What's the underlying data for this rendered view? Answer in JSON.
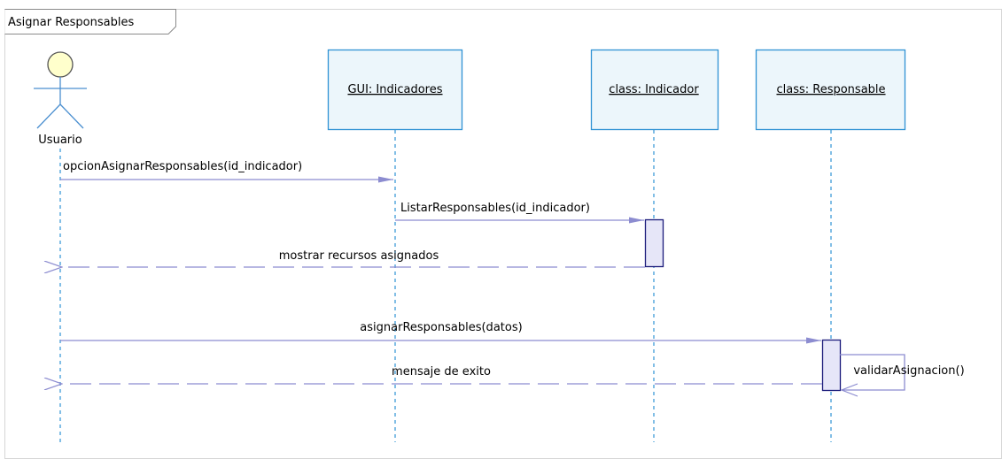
{
  "frame": {
    "title": "Asignar Responsables"
  },
  "actor": {
    "name": "Usuario",
    "icon": "stick-figure-actor-icon"
  },
  "lifelines": [
    {
      "id": "gui",
      "label": "GUI: Indicadores"
    },
    {
      "id": "indicador",
      "label": "class: Indicador"
    },
    {
      "id": "responsable",
      "label": "class: Responsable"
    }
  ],
  "messages": [
    {
      "label": "opcionAsignarResponsables(id_indicador)",
      "kind": "sync",
      "from": "Usuario",
      "to": "GUI: Indicadores"
    },
    {
      "label": "ListarResponsables(id_indicador)",
      "kind": "sync",
      "from": "GUI: Indicadores",
      "to": "class: Indicador"
    },
    {
      "label": "mostrar recursos asignados",
      "kind": "return",
      "from": "class: Indicador",
      "to": "Usuario"
    },
    {
      "label": "asignarResponsables(datos)",
      "kind": "sync",
      "from": "Usuario",
      "to": "class: Responsable"
    },
    {
      "label": "mensaje de exito",
      "kind": "return",
      "from": "class: Responsable",
      "to": "Usuario"
    },
    {
      "label": "validarAsignacion()",
      "kind": "self",
      "from": "class: Responsable",
      "to": "class: Responsable"
    }
  ],
  "colors": {
    "box_fill": "#ecf6fb",
    "box_stroke": "#2e92d4",
    "lifeline": "#2e92d4",
    "message": "#8c8cd0",
    "activation_fill": "#e6e6f8",
    "activation_stroke": "#1a1a7a",
    "actor_head": "#ffffcc",
    "actor_body": "#4a8fd0",
    "frame_stroke": "#b0b0b0"
  }
}
